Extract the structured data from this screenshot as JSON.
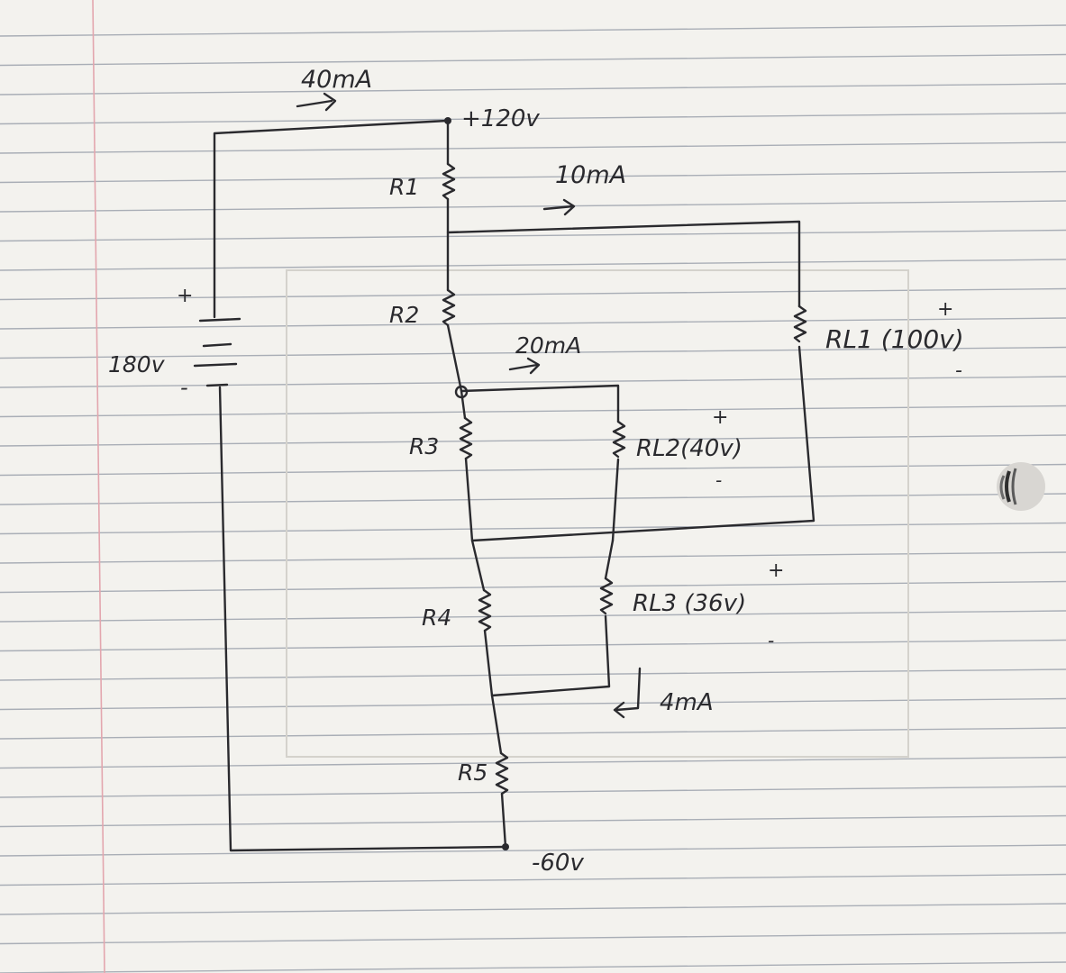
{
  "labels": {
    "supply_current": "40mA",
    "top_voltage": "+120v",
    "source_voltage": "180v",
    "source_plus": "+",
    "source_minus": "-",
    "r1": "R1",
    "r2": "R2",
    "r3": "R3",
    "r4": "R4",
    "r5": "R5",
    "rl1_current": "10mA",
    "rl2_current": "20mA",
    "rl3_current": "4mA",
    "rl1": "RL1 (100v)",
    "rl2": "RL2(40v)",
    "rl3": "RL3 (36v)",
    "plus": "+",
    "minus": "-",
    "bottom_voltage": "-60v"
  },
  "colors": {
    "paper": "#f3f2ee",
    "ink": "#2a2a2e",
    "rule_line": "#a9aeb6",
    "margin_line": "#e3a6ae",
    "hole": "#d8d6d2"
  }
}
